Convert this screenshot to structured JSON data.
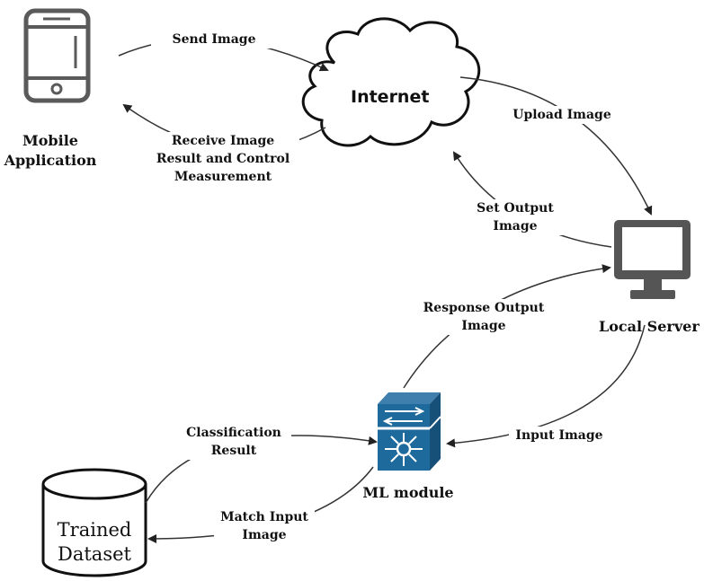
{
  "nodes": {
    "mobile": "Mobile\nApplication",
    "internet": "Internet",
    "local_server": "Local Server",
    "ml_module": "ML module",
    "dataset": "Trained\nDataset"
  },
  "edges": {
    "send_image": "Send Image",
    "receive_image": "Receive Image\nResult and Control\nMeasurement",
    "upload_image": "Upload Image",
    "set_output": "Set Output\nImage",
    "response_output": "Response Output\nImage",
    "input_image": "Input Image",
    "classification": "Classification\nResult",
    "match_input": "Match Input\nImage"
  },
  "colors": {
    "line": "#333333",
    "ml_blue": "#1e6a9c",
    "icon_gray": "#5a5a5a"
  }
}
